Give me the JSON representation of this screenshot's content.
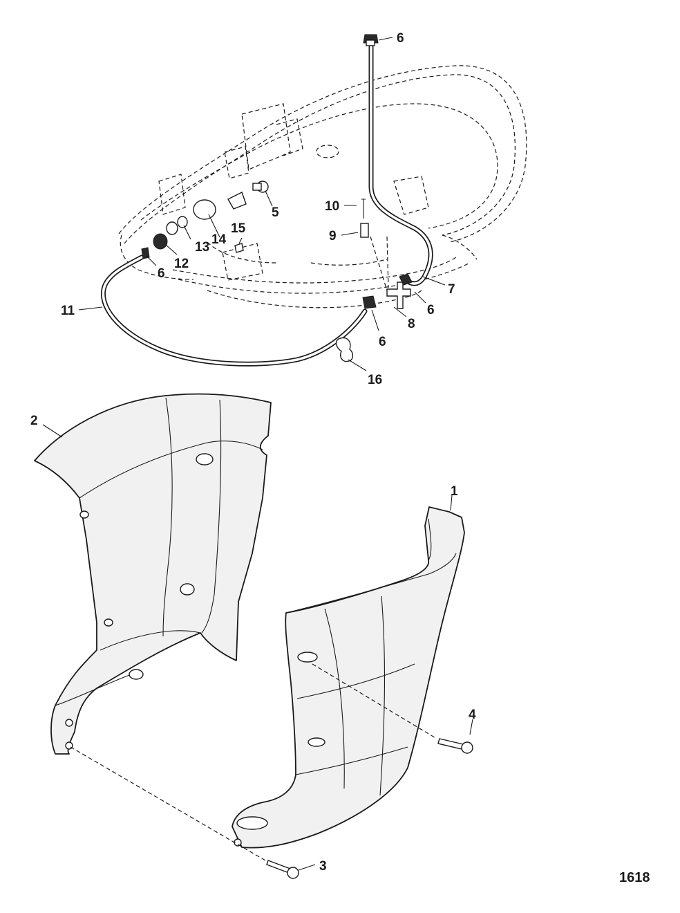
{
  "figure_number": "1618",
  "callouts": {
    "c1": "1",
    "c2": "2",
    "c3": "3",
    "c4": "4",
    "c5": "5",
    "c6a": "6",
    "c6b": "6",
    "c6c": "6",
    "c6d": "6",
    "c7": "7",
    "c8": "8",
    "c9": "9",
    "c10": "10",
    "c11": "11",
    "c12": "12",
    "c13": "13",
    "c14": "14",
    "c15": "15",
    "c16": "16"
  }
}
